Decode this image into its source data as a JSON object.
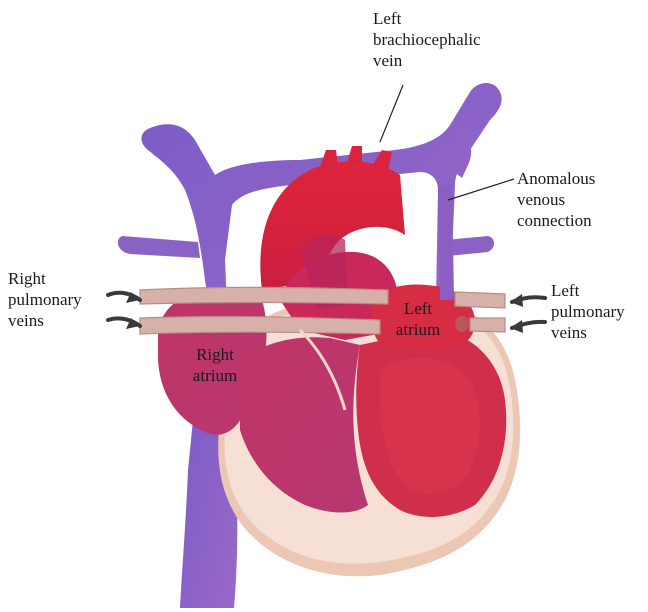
{
  "labels": {
    "left_brachiocephalic": [
      "Left",
      "brachiocephalic",
      "vein"
    ],
    "anomalous": [
      "Anomalous",
      "venous",
      "connection"
    ],
    "right_pulmonary": [
      "Right",
      "pulmonary",
      "veins"
    ],
    "left_pulmonary": [
      "Left",
      "pulmonary",
      "veins"
    ],
    "left_atrium": [
      "Left",
      "atrium"
    ],
    "right_atrium": [
      "Right",
      "atrium"
    ]
  },
  "colors": {
    "vein": "#8a5fc4",
    "vein_dark": "#6f47ad",
    "artery": "#d8243f",
    "myocardium": "#c43a63",
    "pericardium": "#f3d9cf",
    "pulmonary_vein": "#d9b3ad",
    "arrow": "#3a3a3a"
  }
}
